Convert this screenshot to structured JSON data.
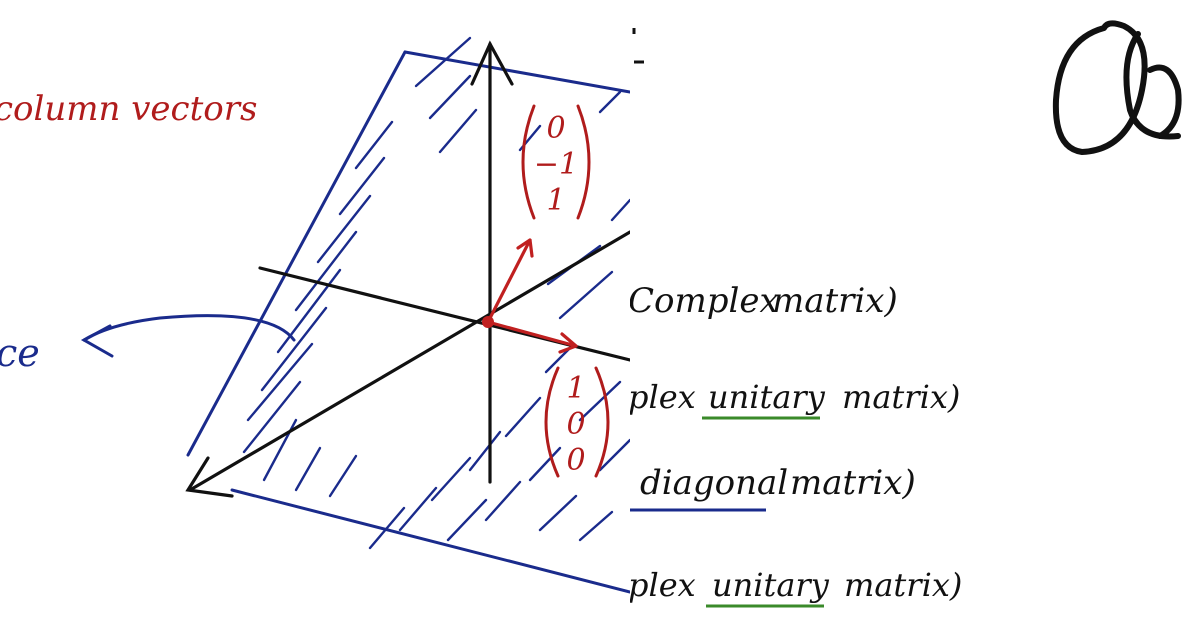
{
  "notes": {
    "column_vectors_label": "column vectors",
    "space_label": "ce",
    "vector_1": [
      "0",
      "−1",
      "1"
    ],
    "vector_2": [
      "1",
      "0",
      "0"
    ],
    "line_1": {
      "word_1": "Complex",
      "word_2": "matrix)"
    },
    "line_2": {
      "word_1": "plex",
      "underlined": "unitary",
      "word_2": "matrix)"
    },
    "line_3": {
      "underlined": "diagonal",
      "word_2": "matrix)"
    },
    "line_4": {
      "word_1": "plex",
      "underlined": "unitary",
      "word_2": "matrix)"
    },
    "logo_text": "Q"
  },
  "colors": {
    "red_ink": "#b01c1c",
    "blue_ink": "#1a2b8c",
    "black_ink": "#111111",
    "green_ink": "#3a8a2a"
  }
}
